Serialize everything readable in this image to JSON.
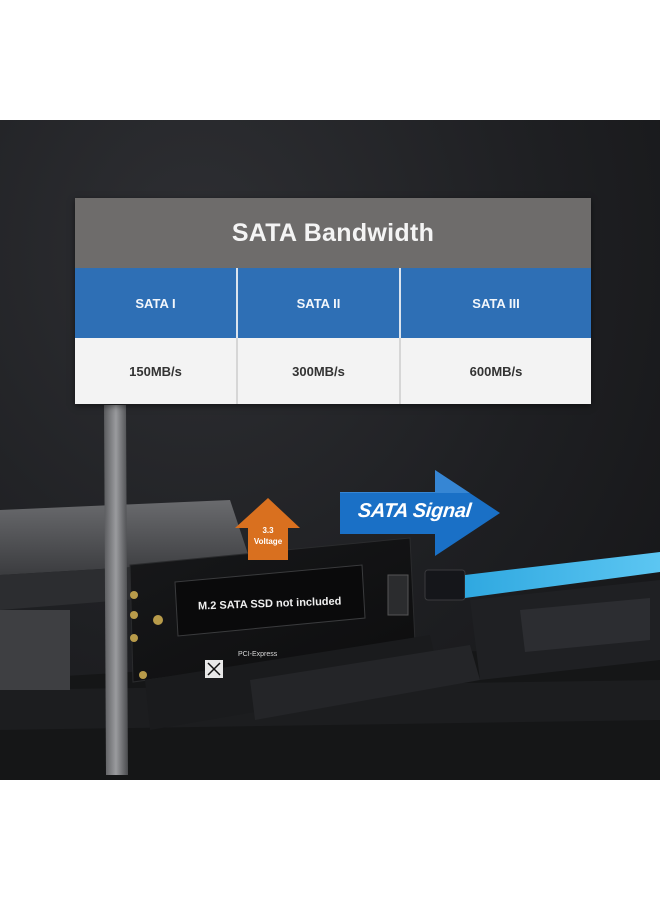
{
  "table": {
    "title": "SATA Bandwidth",
    "columns": [
      "SATA I",
      "SATA II",
      "SATA III"
    ],
    "values": [
      "150MB/s",
      "300MB/s",
      "600MB/s"
    ]
  },
  "overlay": {
    "signal_label": "SATA Signal",
    "ssd_label": "M.2 SATA SSD not included",
    "voltage_label_line1": "3.3",
    "voltage_label_line2": "Voltage",
    "pcie_label": "PCI-Express"
  },
  "colors": {
    "header_gray": "#6e6c6b",
    "column_blue": "#2e6fb5",
    "arrow_blue": "#1a70c6",
    "arrow_orange": "#d9701f",
    "cable_blue": "#2fa8e0"
  }
}
